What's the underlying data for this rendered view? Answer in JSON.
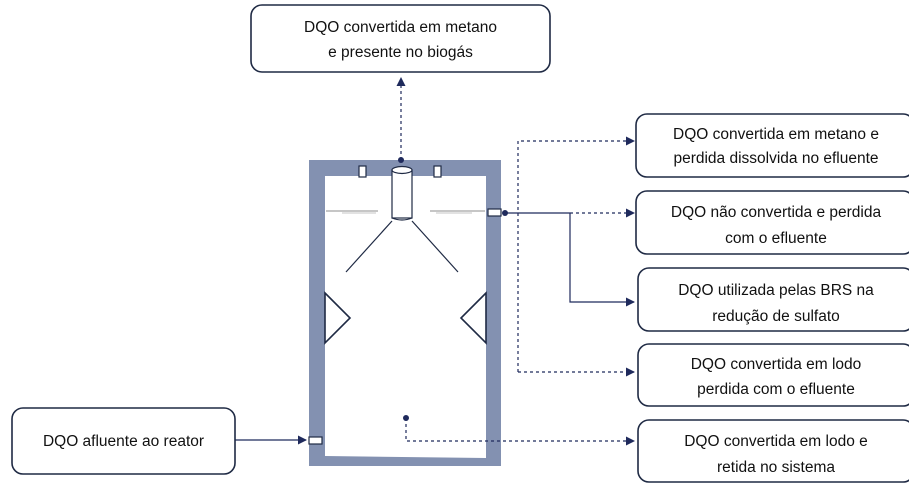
{
  "colors": {
    "box_border": "#1f2a44",
    "reactor_wall": "#8391b1",
    "arrow": "#1f2a5c",
    "line_light": "#b8b8b8"
  },
  "boxes": {
    "top": {
      "line1": "DQO convertida em metano",
      "line2": "e presente no biogás"
    },
    "influent": {
      "line1": "DQO afluente ao reator"
    },
    "methane_dissolved": {
      "line1": "DQO convertida em metano e",
      "line2": "perdida dissolvida no efluente"
    },
    "not_converted": {
      "line1": "DQO não convertida e perdida",
      "line2": "com o efluente"
    },
    "brs": {
      "line1": "DQO utilizada pelas BRS na",
      "line2": "redução de sulfato"
    },
    "sludge_lost": {
      "line1": "DQO convertida em lodo",
      "line2": "perdida com o efluente"
    },
    "sludge_retained": {
      "line1": "DQO convertida em lodo e",
      "line2": "retida no sistema"
    }
  }
}
